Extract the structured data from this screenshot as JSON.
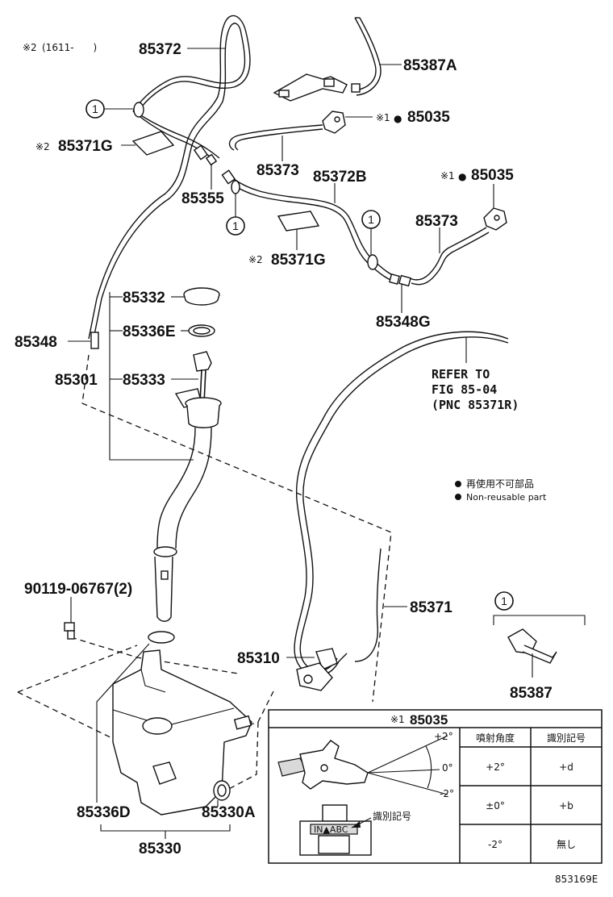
{
  "notes": {
    "note2_prefix": "※2",
    "note2_range": "(1611-　　)",
    "note1": "※1",
    "note2": "※2",
    "bullet": "●"
  },
  "parts": {
    "p85372": "85372",
    "p85387A": "85387A",
    "p85035a": "85035",
    "p85371G_top": "85371G",
    "p85373_top": "85373",
    "p85372B": "85372B",
    "p85035b": "85035",
    "p85355": "85355",
    "p85373_right": "85373",
    "p85371G_mid": "85371G",
    "p85348G": "85348G",
    "p85332": "85332",
    "p85336E": "85336E",
    "p85348": "85348",
    "p85301": "85301",
    "p85333": "85333",
    "p90119": "90119-06767(2)",
    "p85371": "85371",
    "p85310": "85310",
    "p85387": "85387",
    "p85336D": "85336D",
    "p85330A": "85330A",
    "p85330": "85330"
  },
  "refer": {
    "line1": "REFER TO",
    "line2": "FIG 85-04",
    "line3": "(PNC 85371R)"
  },
  "legend": {
    "jp": "再使用不可部品",
    "en": "Non-reusable part"
  },
  "callout_number": "1",
  "table": {
    "title_prefix": "※1",
    "title_part": "85035",
    "headers": [
      "噴射角度",
      "識別記号"
    ],
    "rows": [
      {
        "angle": "+2°",
        "mark": "+d"
      },
      {
        "angle": "±0°",
        "mark": "+b"
      },
      {
        "angle": "-2°",
        "mark": "無し"
      }
    ],
    "angle_labels": [
      "+2°",
      "0°",
      "-2°"
    ],
    "id_mark_label": "識別記号",
    "stamp": "IN▲ABC"
  },
  "figure_id": "853169E"
}
